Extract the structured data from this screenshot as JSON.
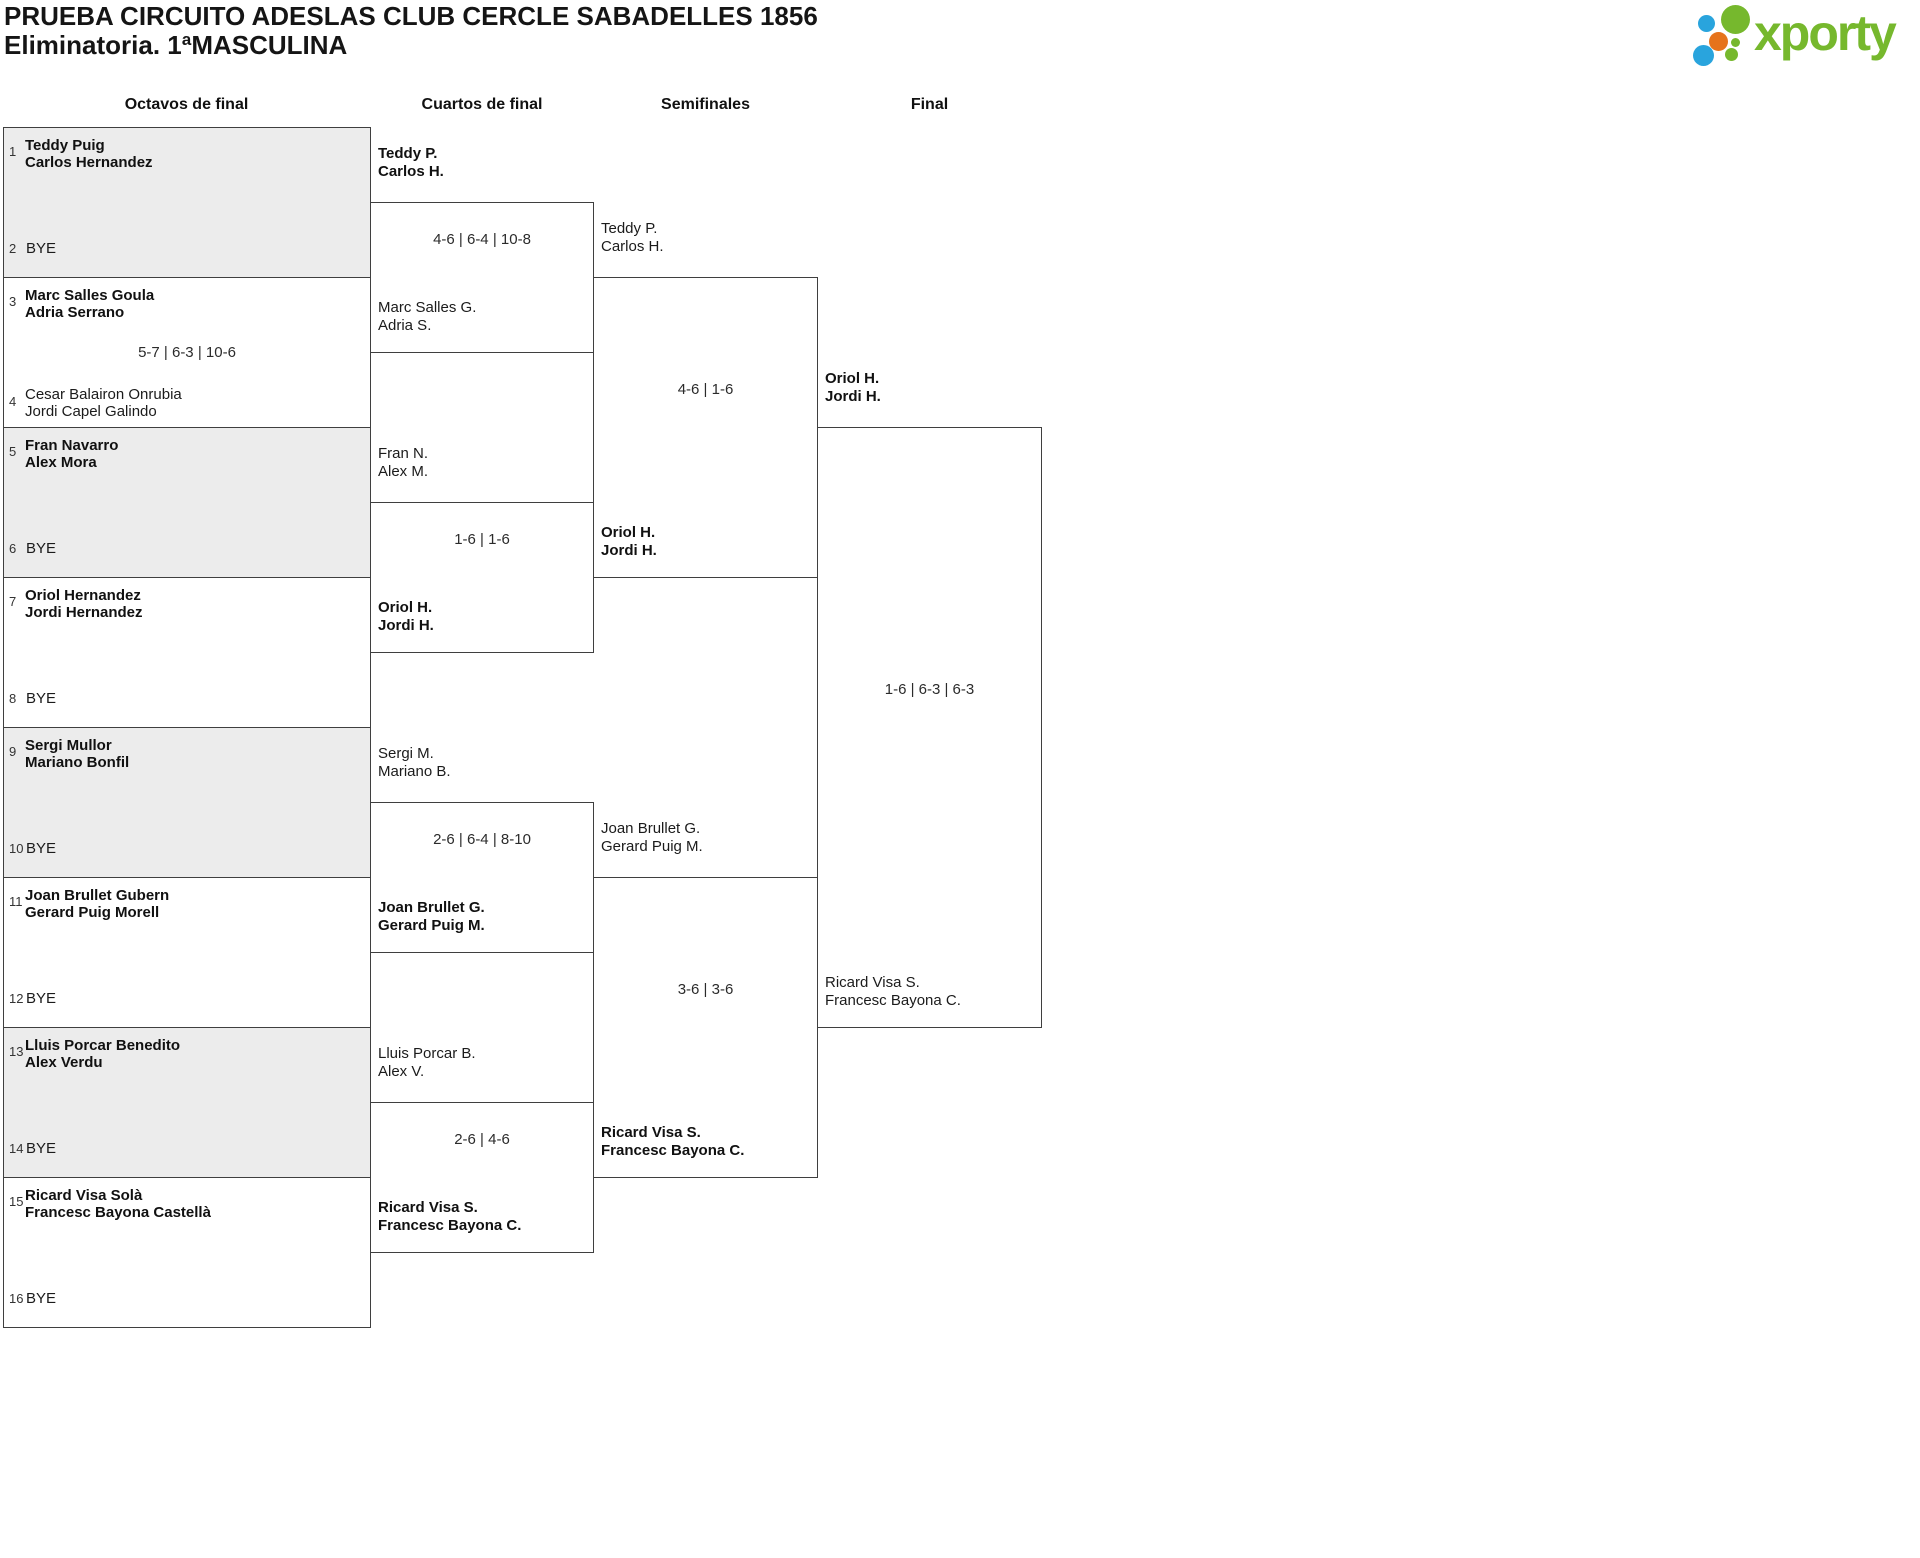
{
  "title": {
    "line1": "PRUEBA CIRCUITO ADESLAS CLUB CERCLE SABADELLES 1856",
    "line2": "Eliminatoria. 1ªMASCULINA"
  },
  "logo": {
    "text": "xporty"
  },
  "rounds": [
    "Octavos de final",
    "Cuartos de final",
    "Semifinales",
    "Final"
  ],
  "colors": {
    "logo_green": "#76b82d",
    "logo_blue": "#29a4dd",
    "logo_orange": "#e6731b",
    "box_fill": "#ececec",
    "border": "#3f3f3f"
  },
  "r16": [
    {
      "num1": "1",
      "team1": [
        "Teddy Puig",
        "Carlos Hernandez"
      ],
      "num2": "2",
      "bye2": "BYE"
    },
    {
      "num1": "3",
      "team1": [
        "Marc Salles Goula",
        "Adria Serrano"
      ],
      "score": "5-7 | 6-3 | 10-6",
      "num2": "4",
      "team2": [
        "Cesar Balairon Onrubia",
        "Jordi Capel Galindo"
      ]
    },
    {
      "num1": "5",
      "team1": [
        "Fran Navarro",
        "Alex Mora"
      ],
      "num2": "6",
      "bye2": "BYE"
    },
    {
      "num1": "7",
      "team1": [
        "Oriol Hernandez",
        "Jordi Hernandez"
      ],
      "num2": "8",
      "bye2": "BYE"
    },
    {
      "num1": "9",
      "team1": [
        "Sergi Mullor",
        "Mariano Bonfil"
      ],
      "num2": "10",
      "bye2": "BYE"
    },
    {
      "num1": "11",
      "team1": [
        "Joan Brullet Gubern",
        "Gerard Puig Morell"
      ],
      "num2": "12",
      "bye2": "BYE"
    },
    {
      "num1": "13",
      "team1": [
        "Lluis Porcar Benedito",
        "Alex Verdu"
      ],
      "num2": "14",
      "bye2": "BYE"
    },
    {
      "num1": "15",
      "team1": [
        "Ricard Visa Solà",
        "Francesc Bayona Castellà"
      ],
      "num2": "16",
      "bye2": "BYE"
    }
  ],
  "qf": [
    {
      "top": [
        "Teddy P.",
        "Carlos H."
      ],
      "score": "4-6 | 6-4 | 10-8",
      "bottom": [
        "Marc Salles G.",
        "Adria S."
      ]
    },
    {
      "top": [
        "Fran N.",
        "Alex M."
      ],
      "score": "1-6 | 1-6",
      "bottom": [
        "Oriol H.",
        "Jordi H."
      ]
    },
    {
      "top": [
        "Sergi M.",
        "Mariano B."
      ],
      "score": "2-6 | 6-4 | 8-10",
      "bottom": [
        "Joan Brullet G.",
        "Gerard Puig M."
      ]
    },
    {
      "top": [
        "Lluis Porcar B.",
        "Alex V."
      ],
      "score": "2-6 | 4-6",
      "bottom": [
        "Ricard Visa S.",
        "Francesc Bayona C."
      ]
    }
  ],
  "sf": [
    {
      "top": [
        "Teddy P.",
        "Carlos H."
      ],
      "score": "4-6 | 1-6",
      "bottom": [
        "Oriol H.",
        "Jordi H."
      ]
    },
    {
      "top": [
        "Joan Brullet G.",
        "Gerard Puig M."
      ],
      "score": "3-6 | 3-6",
      "bottom": [
        "Ricard Visa S.",
        "Francesc Bayona C."
      ]
    }
  ],
  "final": {
    "top": [
      "Oriol H.",
      "Jordi H."
    ],
    "score": "1-6 | 6-3 | 6-3",
    "bottom": [
      "Ricard Visa S.",
      "Francesc Bayona C."
    ]
  }
}
